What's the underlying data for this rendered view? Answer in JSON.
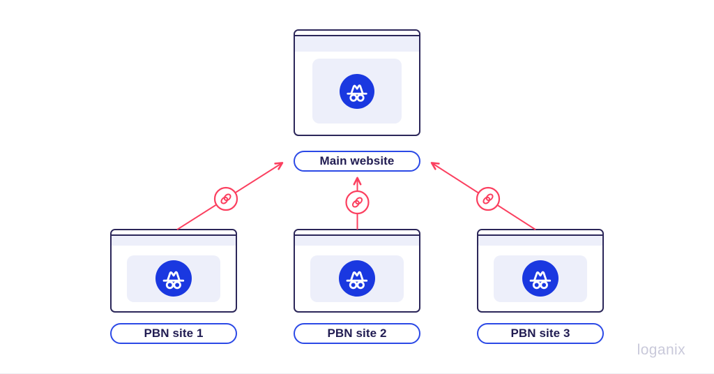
{
  "page": {
    "watermark": "loganix"
  },
  "colors": {
    "window_border": "#2b2659",
    "accent_blue": "#1a38e0",
    "pill_border": "#2b49e6",
    "panel_lavender": "#edeffa",
    "arrow_red": "#fb3f5f",
    "text_navy": "#211c52",
    "watermark_gray": "#c9c9da",
    "page_bg": "#ffffff"
  },
  "diagram": {
    "main_site": {
      "label": "Main website",
      "icon": "incognito-icon"
    },
    "pbn_sites": [
      {
        "label": "PBN site 1",
        "icon": "incognito-icon"
      },
      {
        "label": "PBN site 2",
        "icon": "incognito-icon"
      },
      {
        "label": "PBN site 3",
        "icon": "incognito-icon"
      }
    ],
    "links": [
      {
        "from": "PBN site 1",
        "to": "Main website",
        "icon": "link-icon"
      },
      {
        "from": "PBN site 2",
        "to": "Main website",
        "icon": "link-icon"
      },
      {
        "from": "PBN site 3",
        "to": "Main website",
        "icon": "link-icon"
      }
    ]
  }
}
